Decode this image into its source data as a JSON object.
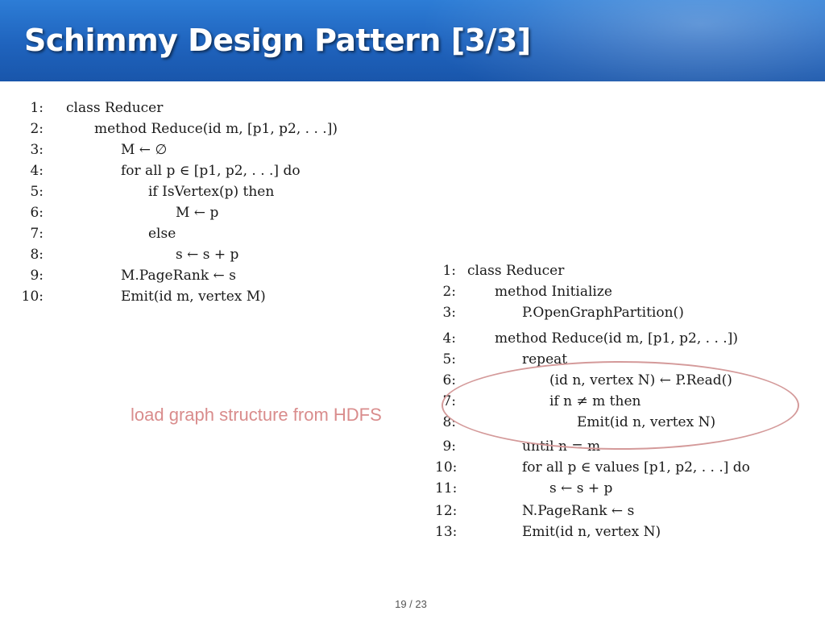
{
  "slide": {
    "title": "Schimmy Design Pattern [3/3]",
    "annotation": "load graph structure from HDFS",
    "page_number": "19 / 23"
  },
  "algo1": {
    "lines": [
      {
        "num": "1:",
        "text": "class Reducer"
      },
      {
        "num": "2:",
        "text": "method Reduce(id m, [p1, p2, . . .])"
      },
      {
        "num": "3:",
        "text": "M ← ∅"
      },
      {
        "num": "4:",
        "text": "for all p ∈ [p1, p2, . . .] do"
      },
      {
        "num": "5:",
        "text": "if IsVertex(p) then"
      },
      {
        "num": "6:",
        "text": "M ← p"
      },
      {
        "num": "7:",
        "text": "else"
      },
      {
        "num": "8:",
        "text": "s ← s + p"
      },
      {
        "num": "9:",
        "text": "M.PageRank ← s"
      },
      {
        "num": "10:",
        "text": "Emit(id m, vertex M)"
      }
    ]
  },
  "algo2": {
    "lines": [
      {
        "num": "1:",
        "text": "class Reducer"
      },
      {
        "num": "2:",
        "text": "method Initialize"
      },
      {
        "num": "3:",
        "text": "P.OpenGraphPartition()"
      },
      {
        "num": "4:",
        "text": "method Reduce(id m, [p1, p2, . . .])"
      },
      {
        "num": "5:",
        "text": "repeat"
      },
      {
        "num": "6:",
        "text": "(id n, vertex N) ← P.Read()"
      },
      {
        "num": "7:",
        "text": "if n ≠ m then"
      },
      {
        "num": "8:",
        "text": "Emit(id n, vertex N)"
      },
      {
        "num": "9:",
        "text": "until n = m"
      },
      {
        "num": "10:",
        "text": "for all p ∈ values [p1, p2, . . .] do"
      },
      {
        "num": "11:",
        "text": "s ← s + p"
      },
      {
        "num": "12:",
        "text": "N.PageRank ← s"
      },
      {
        "num": "13:",
        "text": "Emit(id n, vertex N)"
      }
    ]
  }
}
